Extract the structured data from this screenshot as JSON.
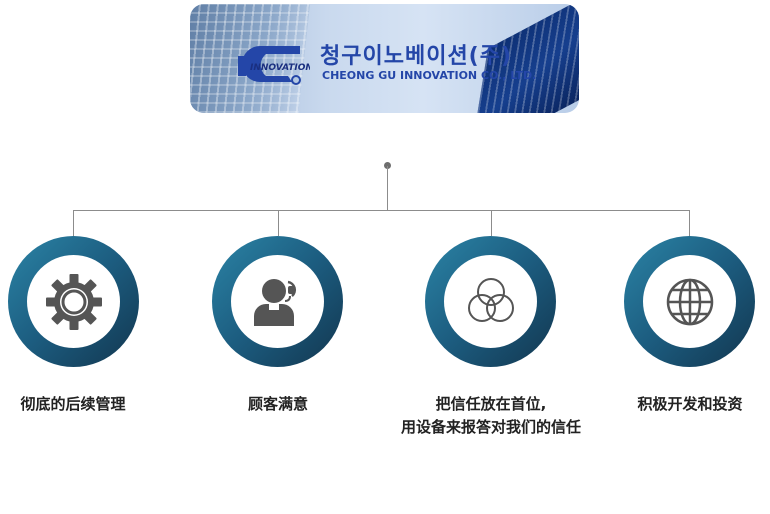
{
  "banner": {
    "korean_name": "청구이노베이션(주)",
    "english_name": "CHEONG GU INNOVATION CO., LTD.",
    "logo_text": "INNOVATION"
  },
  "colors": {
    "ring_light": "#2b84a6",
    "ring_dark": "#12364f",
    "icon": "#555555",
    "brand_blue": "#2446a8"
  },
  "nodes": [
    {
      "icon": "gear-icon",
      "label_line1": "彻底的后续管理",
      "label_line2": ""
    },
    {
      "icon": "customer-service-icon",
      "label_line1": "顾客满意",
      "label_line2": ""
    },
    {
      "icon": "overlapping-circles-icon",
      "label_line1": "把信任放在首位,",
      "label_line2": "用设备来报答对我们的信任"
    },
    {
      "icon": "globe-icon",
      "label_line1": "积极开发和投资",
      "label_line2": ""
    }
  ]
}
